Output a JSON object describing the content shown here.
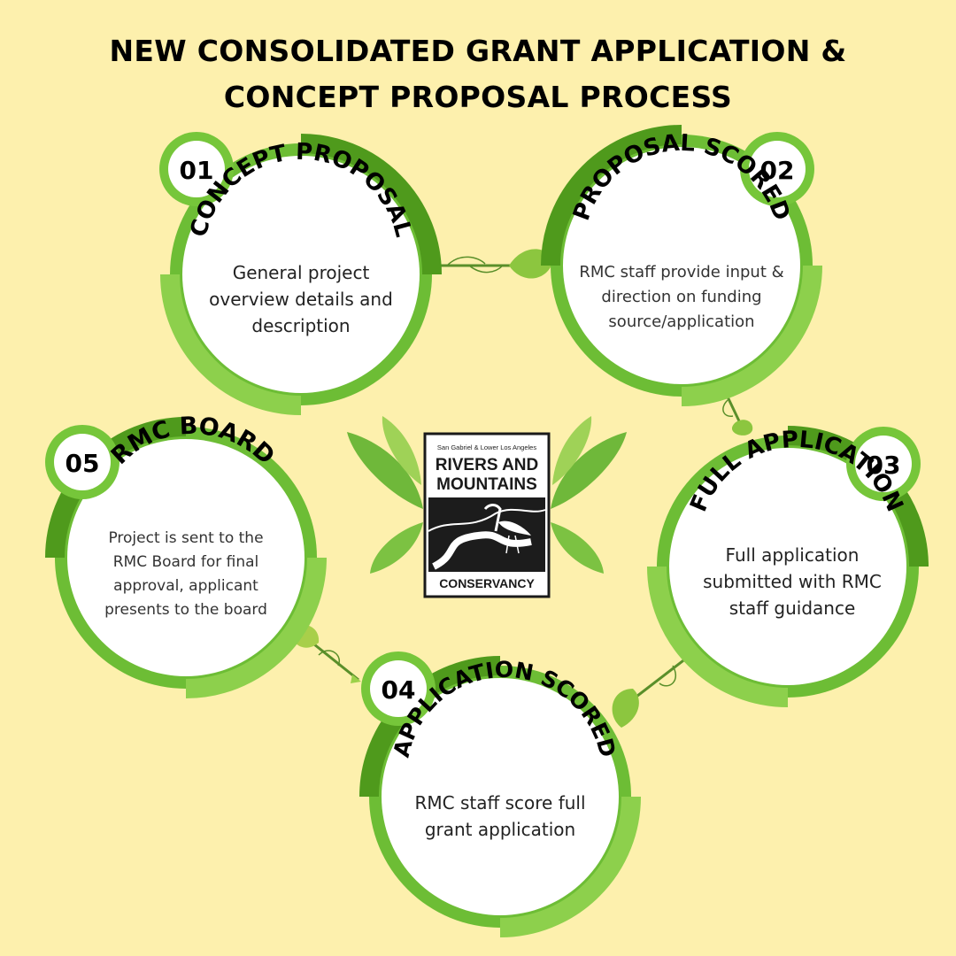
{
  "title": {
    "line1": "NEW CONSOLIDATED GRANT APPLICATION &",
    "line2": "CONCEPT PROPOSAL PROCESS"
  },
  "steps": [
    {
      "number": "01",
      "heading": "CONCEPT PROPOSAL",
      "description": "General project overview details and description"
    },
    {
      "number": "02",
      "heading": "PROPOSAL SCORED",
      "description": "RMC staff provide input & direction on funding source/application"
    },
    {
      "number": "03",
      "heading": "FULL APPLICATION",
      "description": "Full application submitted with RMC staff guidance"
    },
    {
      "number": "04",
      "heading": "APPLICATION SCORED",
      "description": "RMC staff score full grant application"
    },
    {
      "number": "05",
      "heading": "RMC BOARD",
      "description": "Project is sent to the RMC Board for final approval, applicant presents to the board"
    }
  ],
  "logo": {
    "tagline": "San Gabriel & Lower Los Angeles",
    "name_line1": "RIVERS AND",
    "name_line2": "MOUNTAINS",
    "name_line3": "CONSERVANCY"
  },
  "colors": {
    "background": "#fdf0ad",
    "ring_light": "#76c63a",
    "ring_dark": "#4f9a1c",
    "leaf": "#8cc63f"
  }
}
